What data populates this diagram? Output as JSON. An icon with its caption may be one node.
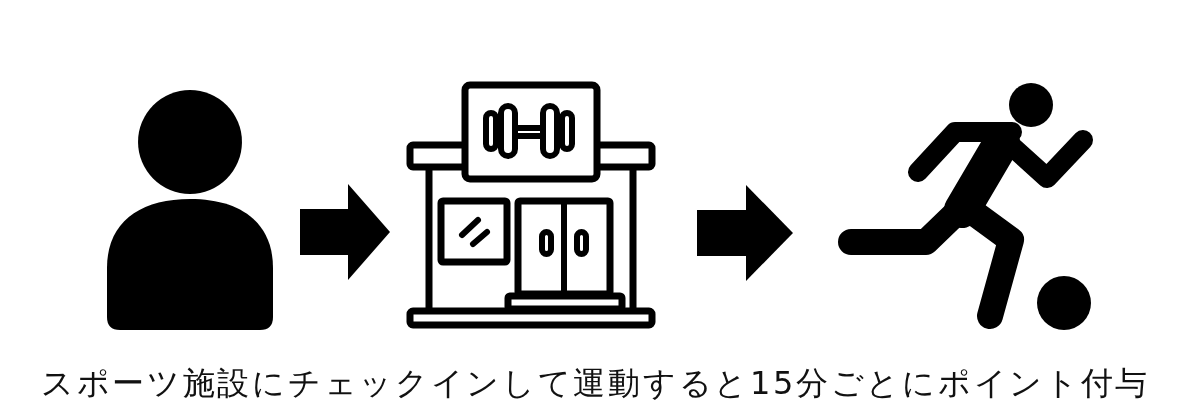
{
  "diagram": {
    "caption": "スポーツ施設にチェックインして運動すると15分ごとにポイント付与",
    "nodes": [
      {
        "text": [],
        "shape": "person"
      },
      {
        "text": [],
        "shape": "picture"
      },
      {
        "text": [],
        "shape": "picture"
      }
    ],
    "edges": [
      {
        "from": 0,
        "to": 1,
        "arrow": "to"
      },
      {
        "from": 1,
        "to": 2,
        "arrow": "to"
      }
    ]
  }
}
